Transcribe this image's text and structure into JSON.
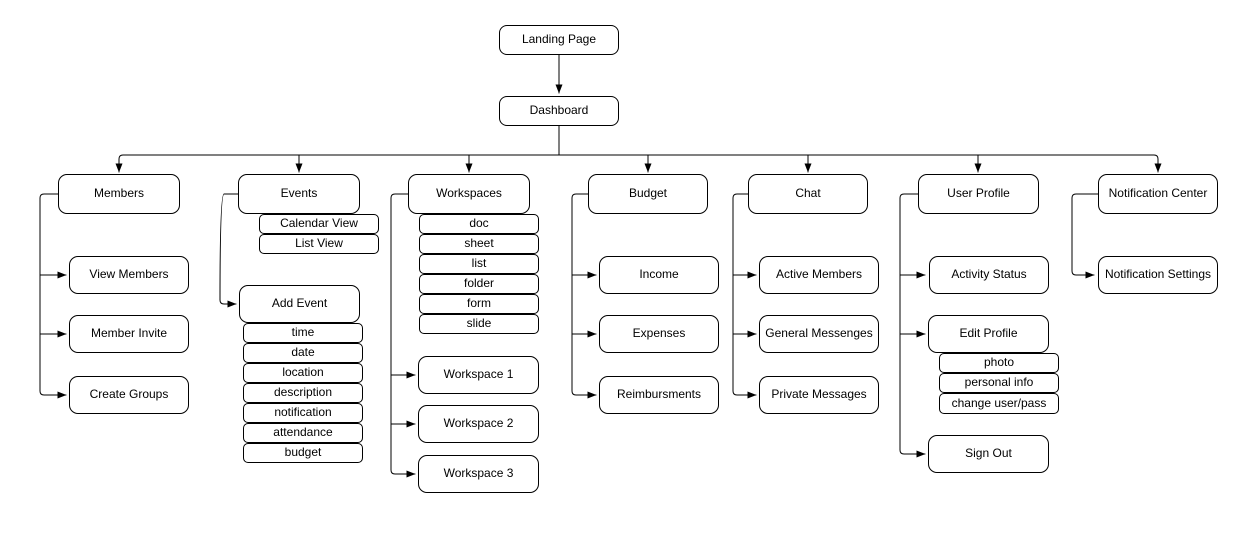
{
  "colors": {
    "background": "#ffffff",
    "node_fill": "#ffffff",
    "line": "#000000",
    "text": "#000000"
  },
  "diagram": {
    "landing_page": "Landing Page",
    "dashboard": "Dashboard",
    "members": {
      "label": "Members",
      "view_members": "View Members",
      "member_invite": "Member Invite",
      "create_groups": "Create Groups"
    },
    "events": {
      "label": "Events",
      "views": [
        "Calendar View",
        "List View"
      ],
      "add_event": {
        "label": "Add Event",
        "fields": [
          "time",
          "date",
          "location",
          "description",
          "notification",
          "attendance",
          "budget"
        ]
      }
    },
    "workspaces": {
      "label": "Workspaces",
      "item_types": [
        "doc",
        "sheet",
        "list",
        "folder",
        "form",
        "slide"
      ],
      "spaces": [
        "Workspace 1",
        "Workspace 2",
        "Workspace 3"
      ]
    },
    "budget": {
      "label": "Budget",
      "income": "Income",
      "expenses": "Expenses",
      "reimbursments": "Reimbursments"
    },
    "chat": {
      "label": "Chat",
      "active_members": "Active Members",
      "general_messenges": "General Messenges",
      "private_messages": "Private Messages"
    },
    "user_profile": {
      "label": "User Profile",
      "activity_status": "Activity Status",
      "edit_profile": {
        "label": "Edit Profile",
        "fields": [
          "photo",
          "personal info",
          "change user/pass"
        ]
      },
      "sign_out": "Sign Out"
    },
    "notification_center": {
      "label": "Notification Center",
      "notification_settings": "Notification Settings"
    }
  }
}
